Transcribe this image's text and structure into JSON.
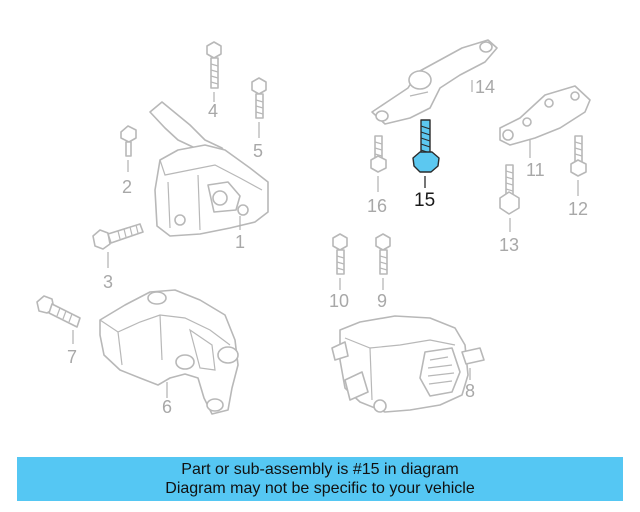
{
  "highlight_color": "#55c7f3",
  "callouts": {
    "c1": "1",
    "c2": "2",
    "c3": "3",
    "c4": "4",
    "c5": "5",
    "c6": "6",
    "c7": "7",
    "c8": "8",
    "c9": "9",
    "c10": "10",
    "c11": "11",
    "c12": "12",
    "c13": "13",
    "c14": "14",
    "c15": "15",
    "c16": "16"
  },
  "highlighted_part": "15",
  "banner": {
    "line1": "Part or sub-assembly is #15 in diagram",
    "line2": "Diagram may not be specific to your vehicle"
  }
}
